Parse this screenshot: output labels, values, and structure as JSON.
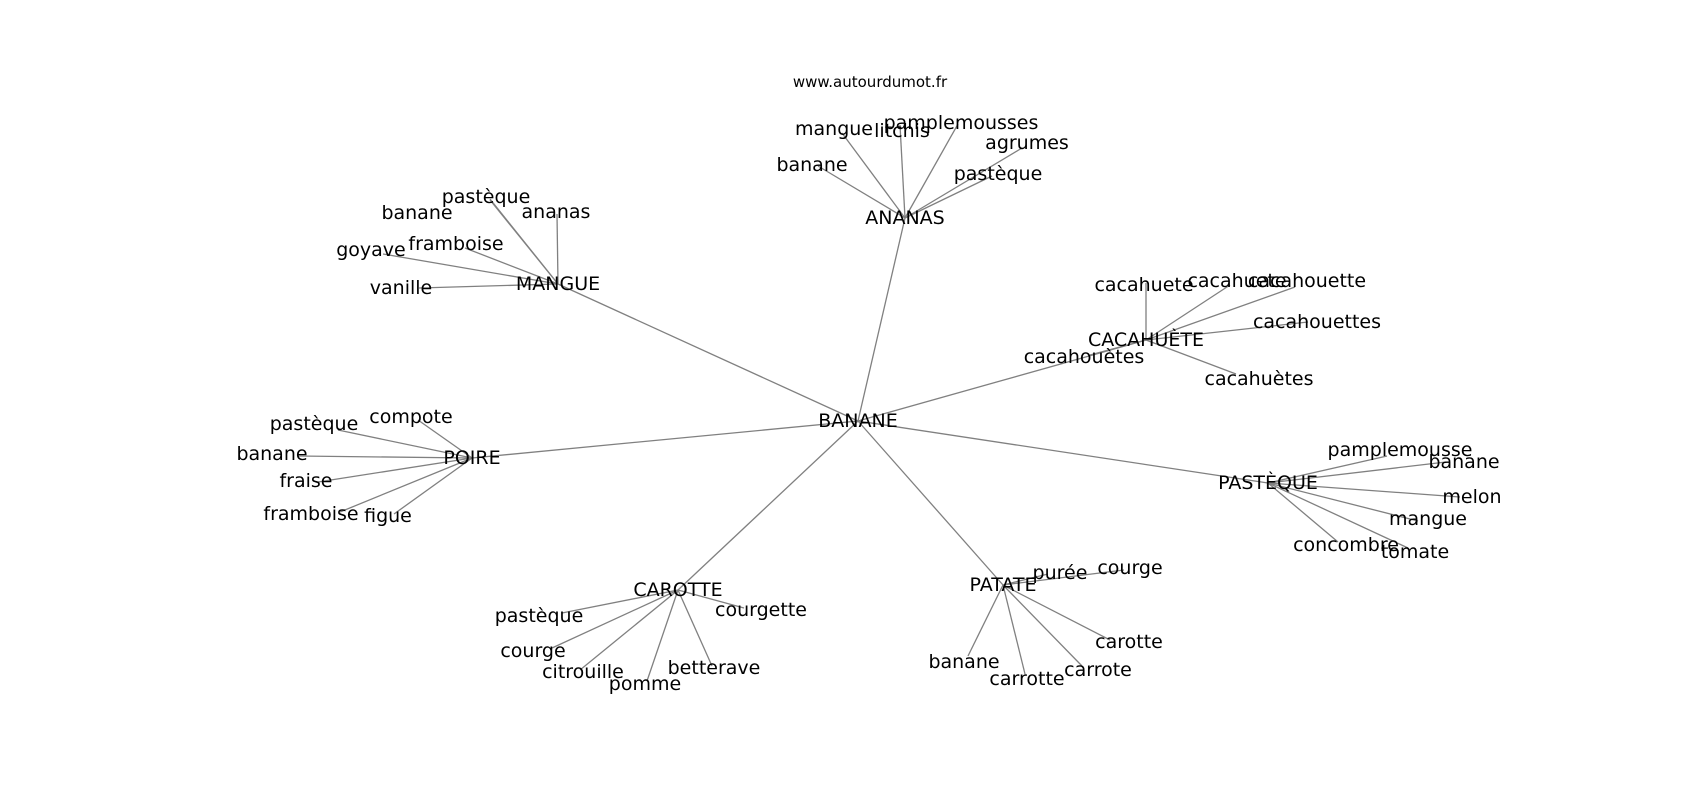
{
  "source": "www.autourdumot.fr",
  "center": "BANANE",
  "groups": [
    {
      "word": "ANANAS",
      "leaves": [
        "mangue",
        "litchis",
        "pamplemousses",
        "agrumes",
        "banane",
        "pastèque"
      ]
    },
    {
      "word": "MANGUE",
      "leaves": [
        "pastèque",
        "banane",
        "ananas",
        "framboise",
        "goyave",
        "vanille"
      ]
    },
    {
      "word": "CACAHUÈTE",
      "leaves": [
        "cacahuete",
        "cacahuete",
        "cacahouette",
        "cacahouettes",
        "cacahouètes",
        "cacahuètes"
      ]
    },
    {
      "word": "POIRE",
      "leaves": [
        "compote",
        "pastèque",
        "banane",
        "fraise",
        "framboise",
        "figue"
      ]
    },
    {
      "word": "PASTÈQUE",
      "leaves": [
        "pamplemousse",
        "banane",
        "melon",
        "mangue",
        "concombre",
        "tomate"
      ]
    },
    {
      "word": "CAROTTE",
      "leaves": [
        "courgette",
        "pastèque",
        "courge",
        "citrouille",
        "pomme",
        "betterave"
      ]
    },
    {
      "word": "PATATE",
      "leaves": [
        "purée",
        "courge",
        "carotte",
        "banane",
        "carrotte",
        "carrote"
      ]
    }
  ]
}
